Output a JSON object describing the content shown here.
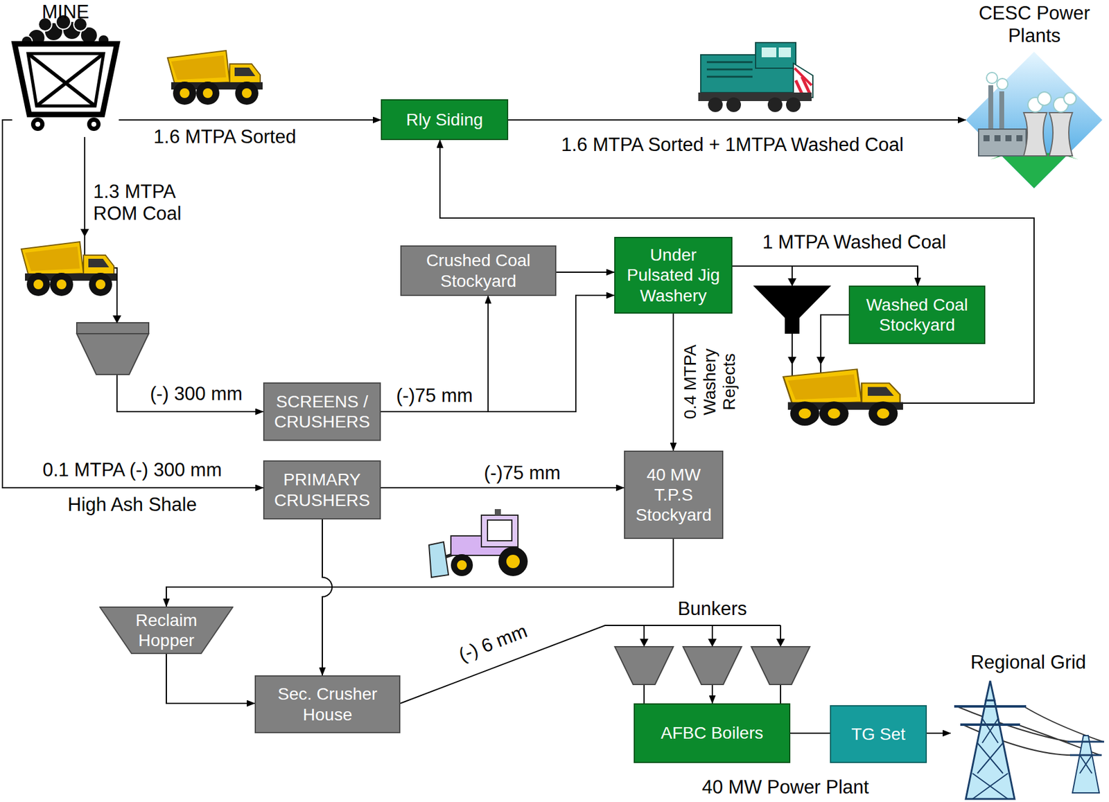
{
  "diagram": {
    "nodes": [
      {
        "text": [
          "MINE"
        ]
      },
      {
        "text": [
          "Rly Siding"
        ]
      },
      {
        "text": [
          "CESC Power Plants"
        ]
      },
      {
        "text": [
          "Crushed Coal Stockyard"
        ]
      },
      {
        "text": [
          "Under Pulsated Jig Washery"
        ]
      },
      {
        "text": [
          "Washed Coal Stockyard"
        ]
      },
      {
        "text": [
          "SCREENS / CRUSHERS"
        ]
      },
      {
        "text": [
          "PRIMARY CRUSHERS"
        ]
      },
      {
        "text": [
          "40 MW T.P.S Stockyard"
        ]
      },
      {
        "text": [
          "Reclaim Hopper"
        ]
      },
      {
        "text": [
          "Sec. Crusher House"
        ]
      },
      {
        "text": [
          "AFBC Boilers"
        ]
      },
      {
        "text": [
          "TG Set"
        ]
      },
      {
        "text": [
          "Regional Grid"
        ]
      }
    ],
    "edges": [
      {
        "from": 0,
        "to": 1,
        "arrow": "to",
        "label": "1.6 MTPA Sorted"
      },
      {
        "from": 1,
        "to": 2,
        "arrow": "to",
        "label": "1.6 MTPA Sorted + 1MTPA Washed Coal"
      },
      {
        "from": 0,
        "to": 6,
        "arrow": "to",
        "label": "1.3 MTPA ROM Coal"
      },
      {
        "from": 6,
        "to": 3,
        "arrow": "to",
        "label": "(-)75 mm"
      },
      {
        "from": 6,
        "to": 4,
        "arrow": "to"
      },
      {
        "from": 3,
        "to": 4,
        "arrow": "to"
      },
      {
        "from": 4,
        "to": 5,
        "arrow": "to",
        "label": "1 MTPA Washed Coal"
      },
      {
        "from": 4,
        "to": 1,
        "arrow": "to"
      },
      {
        "from": 5,
        "to": 1,
        "arrow": "to"
      },
      {
        "from": 4,
        "to": 8,
        "arrow": "to",
        "label": "0.4 MTPA Washery Rejects"
      },
      {
        "from": 0,
        "to": 7,
        "arrow": "to",
        "label": "0.1 MTPA (-) 300 mm"
      },
      {
        "from": 7,
        "to": 8,
        "arrow": "to",
        "label": "(-)75 mm"
      },
      {
        "from": 7,
        "to": 10,
        "arrow": "to"
      },
      {
        "from": 8,
        "to": 9,
        "arrow": "to"
      },
      {
        "from": 9,
        "to": 10,
        "arrow": "to"
      },
      {
        "from": 10,
        "to": 11,
        "arrow": "to",
        "label": "(-) 6 mm"
      },
      {
        "from": 11,
        "to": 12,
        "arrow": "none"
      },
      {
        "from": 12,
        "to": 13,
        "arrow": "to"
      }
    ],
    "labels": [
      "(-) 300 mm",
      "High Ash Shale",
      "Bunkers",
      "40 MW Power Plant"
    ]
  }
}
